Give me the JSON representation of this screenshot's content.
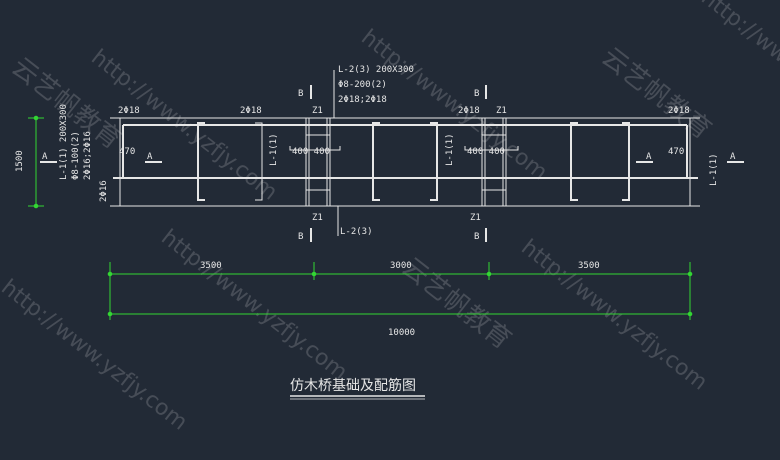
{
  "colors": {
    "background": "#222a36",
    "line": "#e6e6e6",
    "dimension": "#33d633"
  },
  "drawing": {
    "title": "仿木桥基础及配筋图",
    "top_beam_label_1": "L-2(3) 200X300",
    "top_beam_label_2": "Φ8-200(2)",
    "top_beam_label_3": "2Φ18;2Φ18",
    "bottom_beam_label": "L-2(3)",
    "left_beam_label_1": "L-1(1) 200X300",
    "left_beam_label_2": "Φ8-100(2)",
    "left_beam_label_3": "2Φ16;2Φ16",
    "left_bottom_bar": "2Φ16",
    "rebar_label": "2Φ18",
    "section_a": "A",
    "section_b": "B",
    "column_label": "Z1",
    "beam_mid_label": "L-1(1)",
    "offset_left": "470",
    "offset_right": "470",
    "column_offset": "400 400",
    "dim_height": "1500",
    "dim_span_left": "3500",
    "dim_span_mid": "3000",
    "dim_span_right": "3500",
    "dim_total": "10000"
  },
  "watermark": {
    "text_url": "http://www.yzfjy.com",
    "text_cn": "云艺帆教育"
  }
}
